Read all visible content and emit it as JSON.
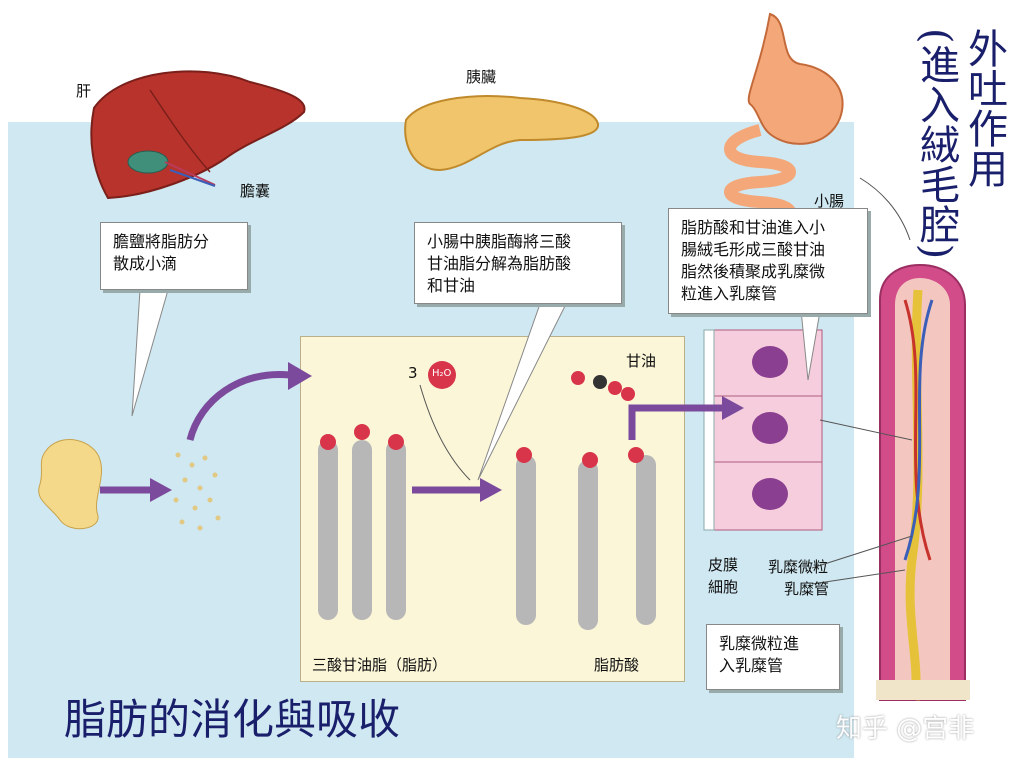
{
  "title": "脂肪的消化與吸收",
  "watermark": "知乎 @宫非",
  "vertical_note": {
    "line1": "外吐作用",
    "line2": "(進入絨毛腔)"
  },
  "organs": {
    "liver": "肝",
    "gallbladder": "膽囊",
    "pancreas": "胰臟",
    "small_intestine": "小腸"
  },
  "callouts": {
    "bile": [
      "膽鹽將脂肪分",
      "散成小滴"
    ],
    "lipase": [
      "小腸中胰脂酶將三酸",
      "甘油脂分解為脂肪酸",
      "和甘油"
    ],
    "absorb": [
      "脂肪酸和甘油進入小",
      "腸絨毛形成三酸甘油",
      "脂然後積聚成乳糜微",
      "粒進入乳糜管"
    ],
    "chylo": [
      "乳糜微粒進",
      "入乳糜管"
    ]
  },
  "labels": {
    "water_coeff": "3",
    "water": "H₂O",
    "glycerol": "甘油",
    "triglyceride": "三酸甘油脂（脂肪）",
    "fatty_acid": "脂肪酸",
    "epithelial": [
      "皮膜",
      "細胞"
    ],
    "chylomicron": "乳糜微粒",
    "lacteal": "乳糜管"
  },
  "colors": {
    "panel": "#cfe8f1",
    "inner": "#fbf6d8",
    "arrow": "#7b4a9c",
    "oxygen": "#d8354a",
    "carbon": "#333333",
    "hydrogen": "#c9c9c9",
    "title": "#1a1f6b"
  }
}
